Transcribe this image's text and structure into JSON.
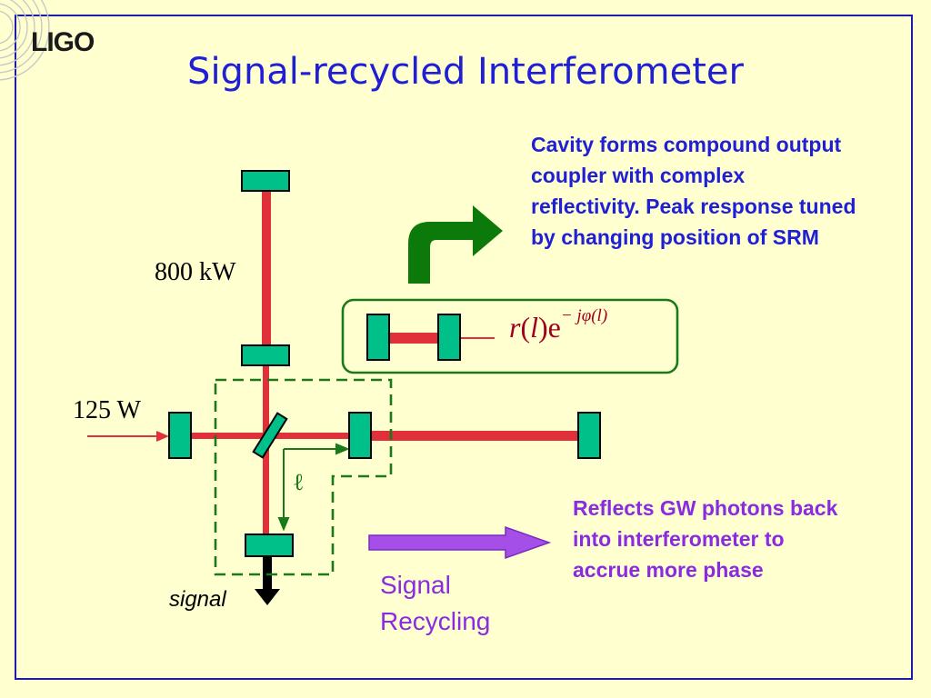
{
  "logo": "LIGO",
  "title": "Signal-recycled Interferometer",
  "cavity_text": "Cavity forms compound output coupler with complex reflectivity. Peak response tuned by changing position of SRM",
  "reflects_text": "Reflects GW photons back into interferometer to accrue more phase",
  "signal_recycling_line1": "Signal",
  "signal_recycling_line2": "Recycling",
  "power_arm": "800 kW",
  "power_input": "125 W",
  "signal_label": "signal",
  "length_symbol": "ℓ",
  "formula": {
    "r": "r",
    "open": "(",
    "l": "l",
    "close": ")",
    "e": "e",
    "exponent": "− jφ(l)"
  },
  "colors": {
    "title": "#1f1fd6",
    "beam": "#e0303a",
    "mirror": "#00c08a",
    "cavity_box": "#1a7a1a",
    "purple": "#8a2be2",
    "bend_arrow": "#0b7a0b"
  }
}
